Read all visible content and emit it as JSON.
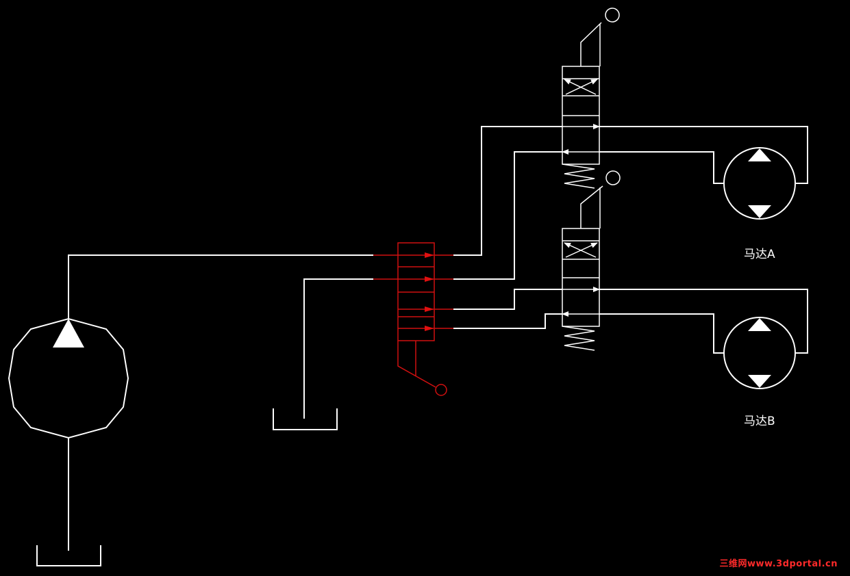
{
  "diagram": {
    "labels": {
      "motor_a": "马达A",
      "motor_b": "马达B"
    },
    "watermark": "三维网www.3dportal.cn",
    "colors": {
      "background": "#000000",
      "line": "#ffffff",
      "selector_valve": "#d01010",
      "watermark": "#ff2a2a"
    }
  }
}
